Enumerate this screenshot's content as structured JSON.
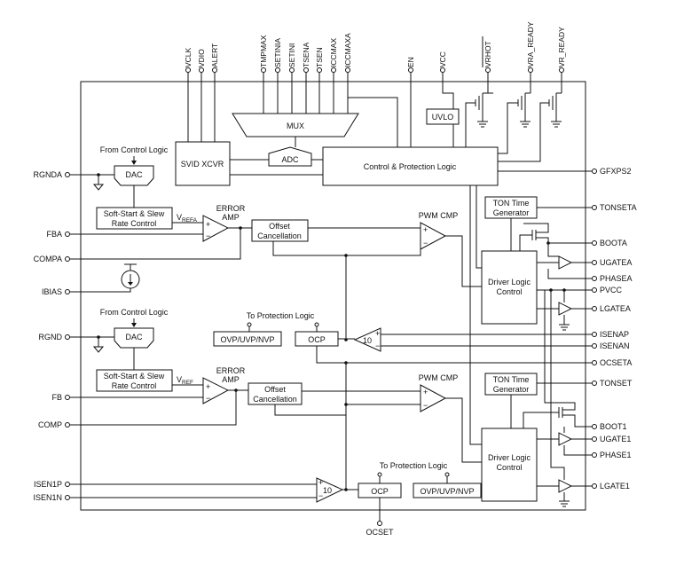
{
  "top_pins": [
    "VCLK",
    "VDIO",
    "ALERT",
    "TMPMAX",
    "SETINIA",
    "SETINI",
    "TSENA",
    "TSEN",
    "ICCMAX",
    "ICCMAXA",
    "EN",
    "VCC",
    "VRHOT",
    "VRA_READY",
    "VR_READY"
  ],
  "left_pins": [
    "RGNDA",
    "FBA",
    "COMPA",
    "IBIAS",
    "RGND",
    "FB",
    "COMP",
    "ISEN1P",
    "ISEN1N"
  ],
  "right_pins": [
    "GFXPS2",
    "TONSETA",
    "BOOTA",
    "UGATEA",
    "PHASEA",
    "PVCC",
    "LGATEA",
    "ISENAP",
    "ISENAN",
    "OCSETA",
    "TONSET",
    "BOOT1",
    "UGATE1",
    "PHASE1",
    "LGATE1"
  ],
  "bottom_pins": [
    "OCSET"
  ],
  "blocks": {
    "mux": "MUX",
    "adc": "ADC",
    "svid": "SVID XCVR",
    "uvlo": "UVLO",
    "control": "Control & Protection Logic",
    "from_control_a": "From Control Logic",
    "dac_a": "DAC",
    "softstart_a_1": "Soft-Start & Slew",
    "softstart_a_2": "Rate Control",
    "vrefa_main": "V",
    "vrefa_sub": "REFA",
    "error_amp_a_1": "ERROR",
    "error_amp_a_2": "AMP",
    "offset_a_1": "Offset",
    "offset_a_2": "Cancellation",
    "pwm_a": "PWM CMP",
    "ton_a_1": "TON Time",
    "ton_a_2": "Generator",
    "driver_a_1": "Driver Logic",
    "driver_a_2": "Control",
    "from_control_b": "From Control Logic",
    "dac_b": "DAC",
    "softstart_b_1": "Soft-Start & Slew",
    "softstart_b_2": "Rate Control",
    "vref_main": "V",
    "vref_sub": "REF",
    "error_amp_b_1": "ERROR",
    "error_amp_b_2": "AMP",
    "offset_b_1": "Offset",
    "offset_b_2": "Cancellation",
    "pwm_b": "PWM CMP",
    "ton_b_1": "TON Time",
    "ton_b_2": "Generator",
    "driver_b_1": "Driver Logic",
    "driver_b_2": "Control",
    "to_prot_a": "To Protection Logic",
    "ovp_a": "OVP/UVP/NVP",
    "ocp_a": "OCP",
    "gain_a": "10",
    "to_prot_b": "To Protection Logic",
    "ocp_b": "OCP",
    "ovp_b": "OVP/UVP/NVP",
    "gain_b": "10"
  }
}
